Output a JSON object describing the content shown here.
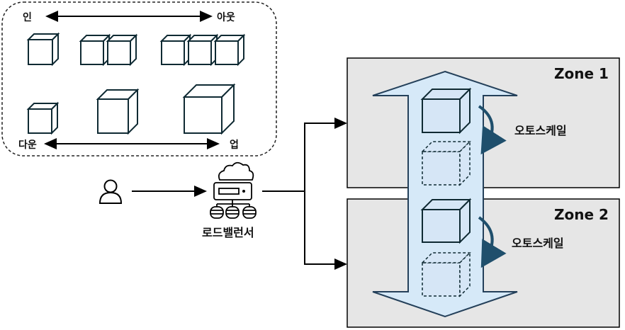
{
  "scaling": {
    "horizontal": {
      "left": "인",
      "right": "아웃"
    },
    "vertical": {
      "left": "다운",
      "right": "업"
    }
  },
  "load_balancer": {
    "label": "로드밸런서"
  },
  "zones": [
    {
      "name": "Zone 1",
      "autoscale_label": "오토스케일"
    },
    {
      "name": "Zone 2",
      "autoscale_label": "오토스케일"
    }
  ],
  "colors": {
    "cube_fill": "#d6e6f6",
    "cube_stroke": "#0f2a33",
    "zone_fill": "#e6e6e6",
    "arrow_fill": "#d6e9f8",
    "arrow_stroke": "#24405a",
    "curve_arrow": "#1f4f6c"
  }
}
